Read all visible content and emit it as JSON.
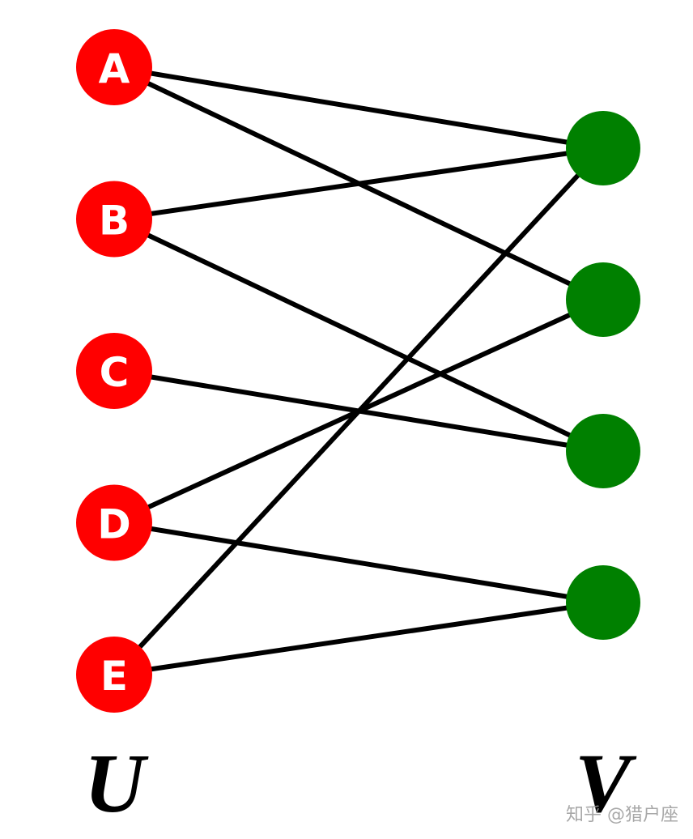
{
  "graph": {
    "colors": {
      "u_node": "#ff0000",
      "v_node": "#008000",
      "edge": "#000000"
    },
    "u_nodes": [
      "A",
      "B",
      "C",
      "D",
      "E"
    ],
    "v_nodes": [
      "v1",
      "v2",
      "v3",
      "v4"
    ],
    "edges": [
      [
        "A",
        "v1"
      ],
      [
        "A",
        "v2"
      ],
      [
        "B",
        "v1"
      ],
      [
        "B",
        "v3"
      ],
      [
        "C",
        "v3"
      ],
      [
        "D",
        "v2"
      ],
      [
        "D",
        "v4"
      ],
      [
        "E",
        "v1"
      ],
      [
        "E",
        "v4"
      ]
    ]
  },
  "labels": {
    "u_set": "U",
    "v_set": "V"
  },
  "watermark": "知乎 @猎户座"
}
